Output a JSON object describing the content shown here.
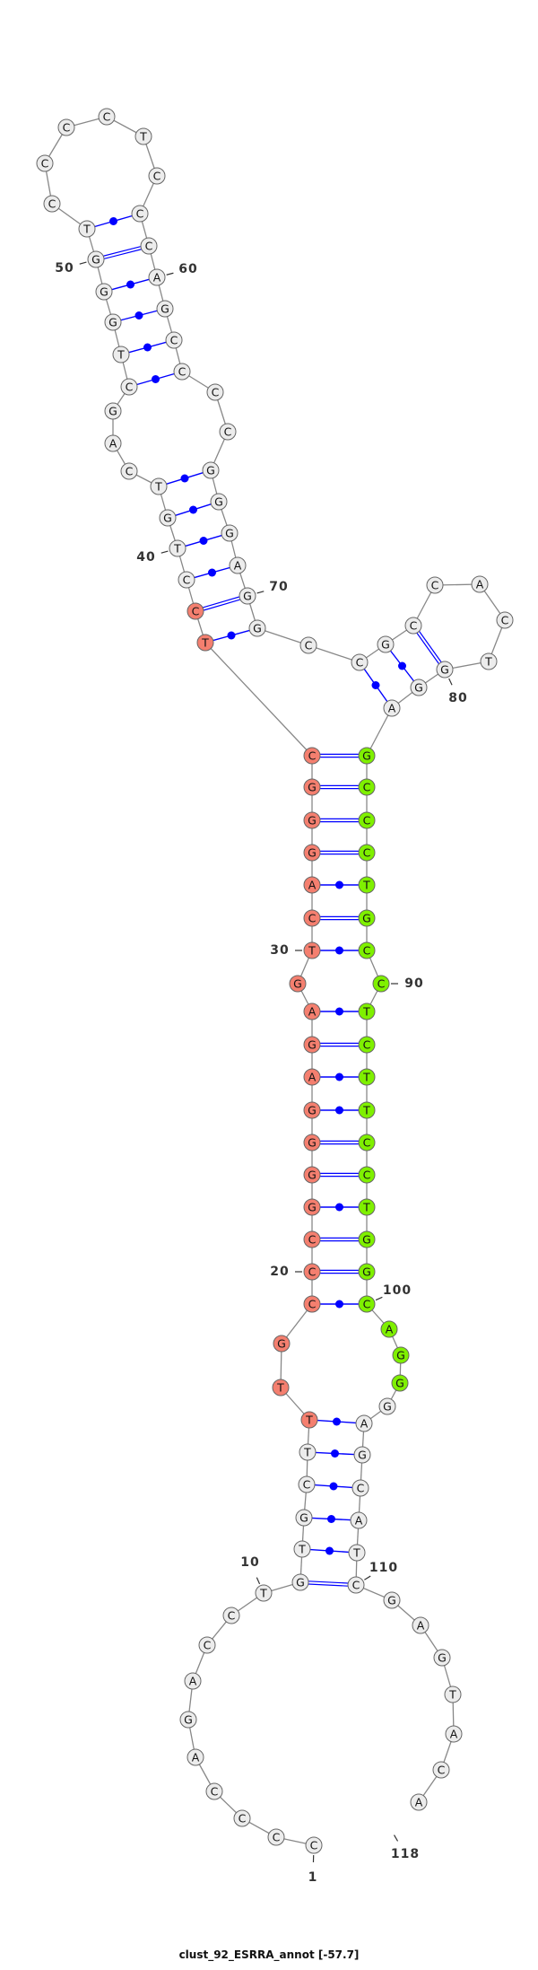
{
  "title": "clust_92_ESRRA_annot [-57.7]",
  "sequence": "CCCCAGACCTGTGCTTTGCCCGGGGAGAGTCAGGGCTCCTGTCAGCTGGGTCCCCTCCCAGCCCCGGGAGGCCGCCACTGGAGCCCTGCCTCTTCCTGGCAGGGAGCATCGAGTACA",
  "colors": {
    "default_fill": "#ececec",
    "red_fill": "#f47f6f",
    "green_fill": "#7ff000",
    "backbone": "#888888",
    "pair": "#0000ff",
    "outline": "#666666"
  },
  "highlight": {
    "red_range": [
      16,
      38
    ],
    "green_range": [
      83,
      103
    ]
  },
  "pairs": [
    [
      11,
      110
    ],
    [
      12,
      109
    ],
    [
      13,
      108
    ],
    [
      14,
      107
    ],
    [
      15,
      106
    ],
    [
      16,
      105
    ],
    [
      19,
      100
    ],
    [
      20,
      99
    ],
    [
      21,
      98
    ],
    [
      22,
      97
    ],
    [
      23,
      96
    ],
    [
      24,
      95
    ],
    [
      25,
      94
    ],
    [
      26,
      93
    ],
    [
      27,
      92
    ],
    [
      28,
      91
    ],
    [
      30,
      89
    ],
    [
      31,
      88
    ],
    [
      32,
      87
    ],
    [
      33,
      86
    ],
    [
      34,
      85
    ],
    [
      35,
      84
    ],
    [
      36,
      83
    ],
    [
      37,
      71
    ],
    [
      38,
      70
    ],
    [
      39,
      69
    ],
    [
      40,
      68
    ],
    [
      41,
      67
    ],
    [
      42,
      66
    ],
    [
      46,
      63
    ],
    [
      47,
      62
    ],
    [
      48,
      61
    ],
    [
      49,
      60
    ],
    [
      50,
      59
    ],
    [
      51,
      58
    ],
    [
      73,
      82
    ],
    [
      74,
      81
    ],
    [
      75,
      80
    ]
  ],
  "position_labels": [
    "1",
    "10",
    "20",
    "30",
    "40",
    "50",
    "60",
    "70",
    "80",
    "90",
    "100",
    "110",
    "118"
  ]
}
